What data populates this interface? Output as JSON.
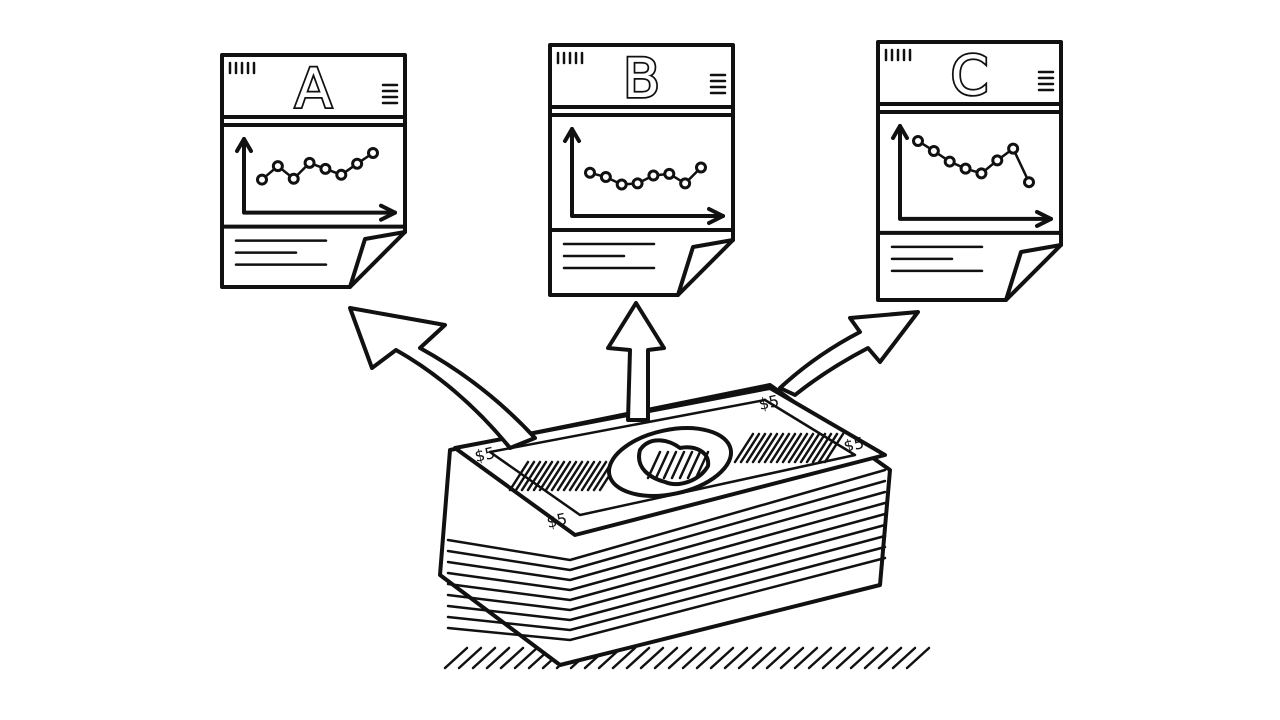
{
  "documents": [
    {
      "label": "A",
      "trend": [
        0.28,
        0.62,
        0.3,
        0.7,
        0.55,
        0.4,
        0.68,
        0.95
      ]
    },
    {
      "label": "B",
      "trend": [
        0.4,
        0.32,
        0.18,
        0.2,
        0.35,
        0.38,
        0.2,
        0.5
      ]
    },
    {
      "label": "C",
      "trend": [
        0.95,
        0.78,
        0.6,
        0.48,
        0.4,
        0.62,
        0.82,
        0.25
      ]
    }
  ],
  "colors": {
    "ink": "#111111",
    "paper": "#ffffff"
  },
  "icons": {
    "money": "money-stack-icon",
    "arrow": "arrow-up-icon",
    "document": "chart-document-icon"
  }
}
